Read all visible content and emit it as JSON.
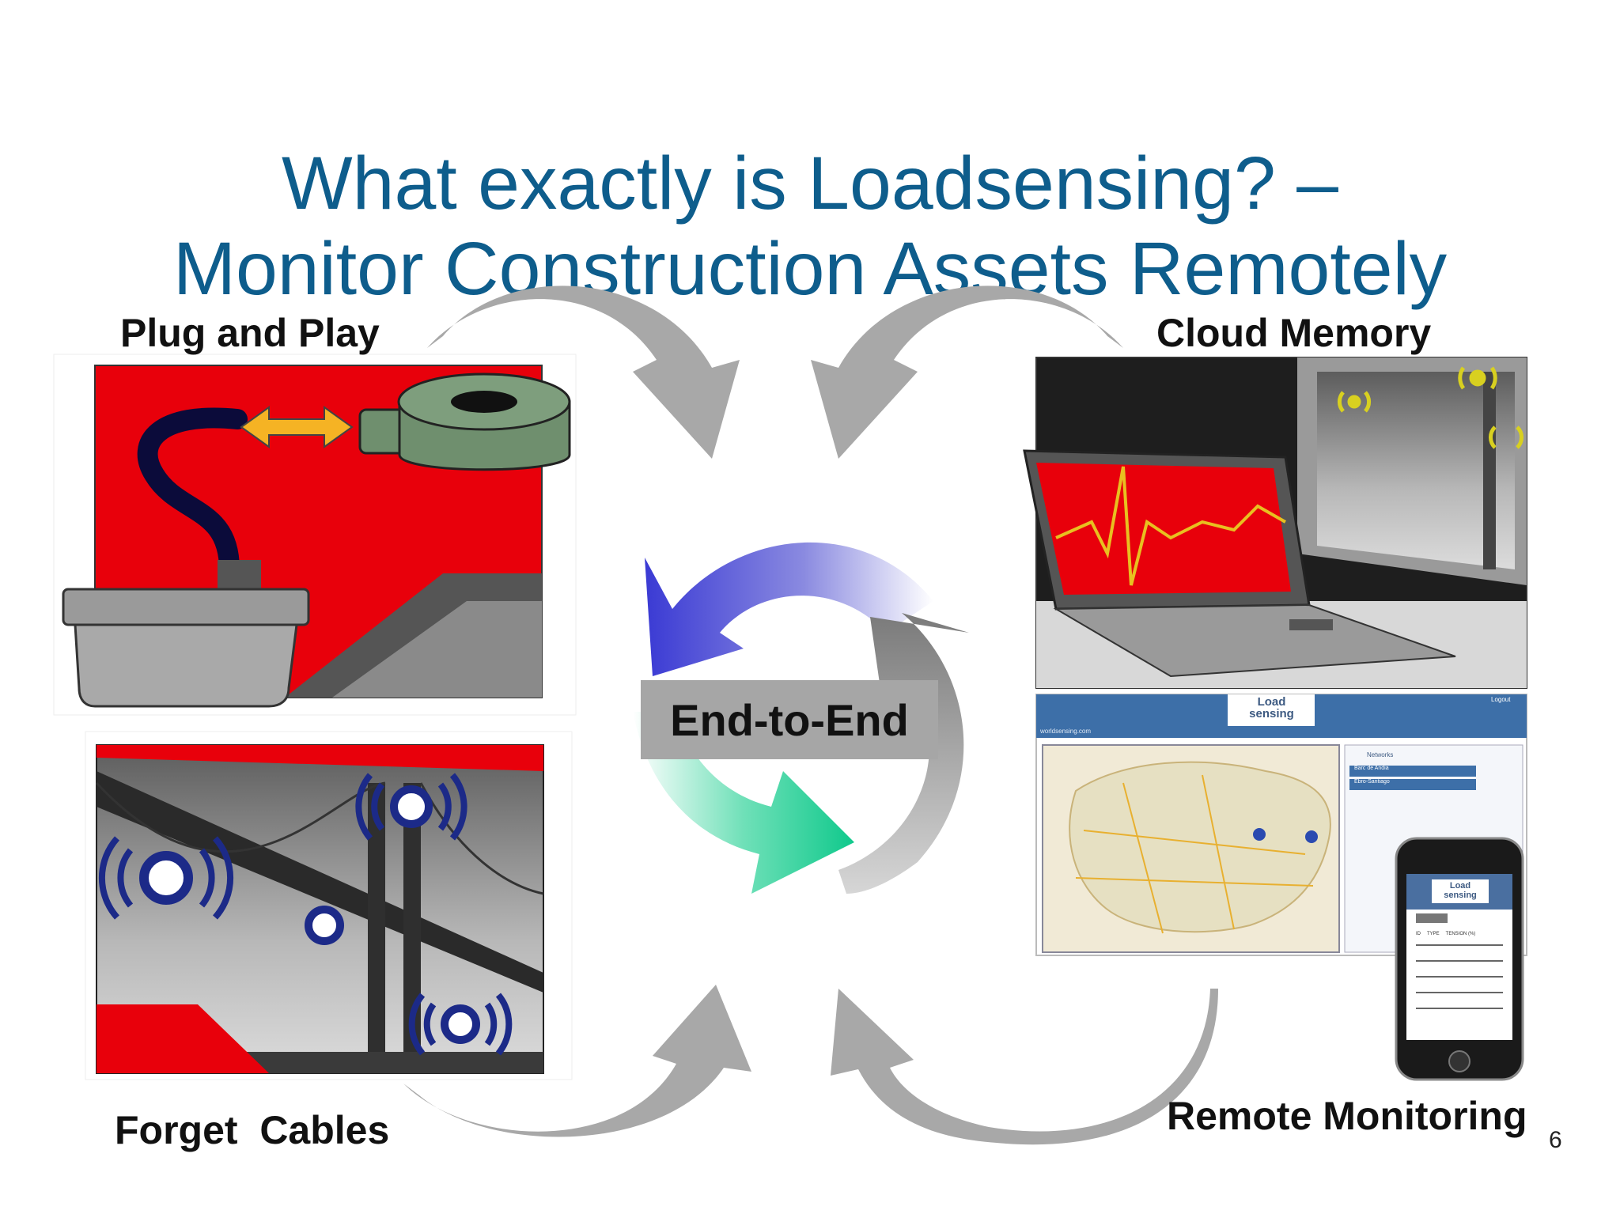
{
  "slide": {
    "title_line1": "What exactly is Loadsensing? –",
    "title_line2": "Monitor Construction Assets Remotely",
    "page_number": "6"
  },
  "quadrants": {
    "plug_and_play": "Plug and Play",
    "cloud_memory": "Cloud Memory",
    "forget_cables": "Forget  Cables",
    "remote_monitoring": "Remote Monitoring"
  },
  "center": {
    "label": "End-to-End"
  },
  "web_app": {
    "logo_line1": "Load",
    "logo_line2": "sensing",
    "logout": "Logout",
    "site": "worldsensing.com",
    "panel_title": "Networks",
    "networks": [
      "Barc de Andia",
      "Ebro-Santiago"
    ]
  },
  "phone_app": {
    "logo_line1": "Load",
    "logo_line2": "sensing",
    "columns": [
      "ID",
      "TYPE",
      "TENSION (%)"
    ]
  },
  "colors": {
    "title": "#0e5d8c",
    "accent_red": "#e8000b",
    "cycle_blue": "#3a3ad4",
    "cycle_green": "#10c98c",
    "arrow_grey": "#a8a8a8"
  }
}
